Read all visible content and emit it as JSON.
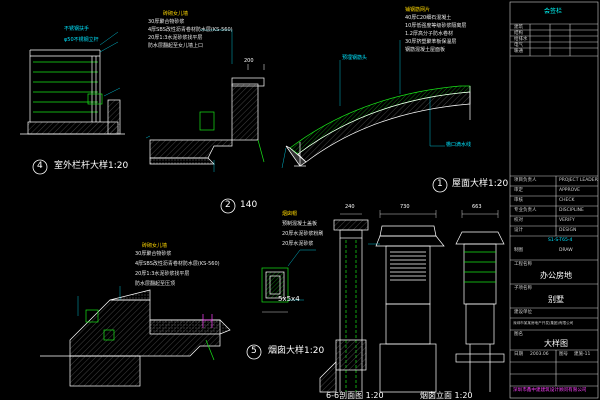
{
  "notes": {
    "parapet": [
      "砖砌女儿墙",
      "30厚聚合物砂浆",
      "4厚SBS改性沥青卷材防水层(KS-560)",
      "20厚1:3水泥砂浆找平层",
      "防水层翻起至女儿墙上口"
    ],
    "roof": [
      "铺钢筋网片",
      "40厚C20细石混凝土",
      "10厚低强度等级砂浆隔离层",
      "1.2厚高分子防水卷材",
      "30厚挤塑聚苯板保温层",
      "钢筋混凝土屋面板",
      "预埋钢筋头",
      "檐口滴水线"
    ],
    "eave2": [
      "砖砌女儿墙",
      "30厚聚合物砂浆",
      "4厚SBS改性沥青卷材防水层(KS-560)",
      "20厚1:3水泥砂浆找平层",
      "防水层翻起至压顶"
    ],
    "chimney": [
      "烟囱帽",
      "预制混凝土盖板",
      "20厚水泥砂浆粉刷",
      "20厚水泥砂浆"
    ],
    "rail_small": [
      "不锈钢扶手",
      "φ50不锈钢立杆"
    ]
  },
  "labels": {
    "l1_num": "1",
    "l1_text": "屋面大样1:20",
    "l2_num": "2",
    "l2_text": "140",
    "l4_num": "4",
    "l4_text": "室外栏杆大样1:20",
    "l5_num": "5",
    "l5_text": "烟囱大样1:20",
    "l6_text": "6-6剖面图 1:20",
    "l7_text": "烟囱立面 1:20",
    "dim_5x5x4": "5x5x4",
    "dim_240": "240",
    "dim_730": "730",
    "dim_663": "663",
    "dim_200": "200"
  },
  "titleblock": {
    "top_label": "会签栏",
    "sign_rows": [
      "建筑",
      "结构",
      "给排水",
      "电气",
      "暖通"
    ],
    "rows": [
      {
        "k": "项目负责人",
        "v": "PROJECT LEADER"
      },
      {
        "k": "审定",
        "v": "APPROVE"
      },
      {
        "k": "审核",
        "v": "CHECK"
      },
      {
        "k": "专业负责人",
        "v": "DISCIPLINE"
      },
      {
        "k": "校对",
        "v": "VERIFY"
      },
      {
        "k": "设计",
        "v": "DESIGN"
      },
      {
        "k": "制图",
        "v": "DRAW"
      }
    ],
    "proj_code": "S1-S-T65-4",
    "client_label": "工程名称",
    "client_value": "办公房地",
    "sub_label": "子项名称",
    "sub_value": "别墅",
    "company_label": "建设单位",
    "company_value": "深圳市某某房地产开发(集团)有限公司",
    "drawing_label": "图名",
    "drawing_title": "大样图",
    "date_label": "日期",
    "date_value": "2003.06",
    "scale_label": "图号",
    "scale_value": "建施-11",
    "footer": "深圳市鑫中建建筑设计顾问有限公司"
  },
  "colors": {
    "background": "#000000",
    "line": "#ffffff",
    "accent_green": "#19e619",
    "accent_cyan": "#00e5ff",
    "accent_yellow": "#ffd800",
    "accent_magenta": "#ff40ff"
  }
}
